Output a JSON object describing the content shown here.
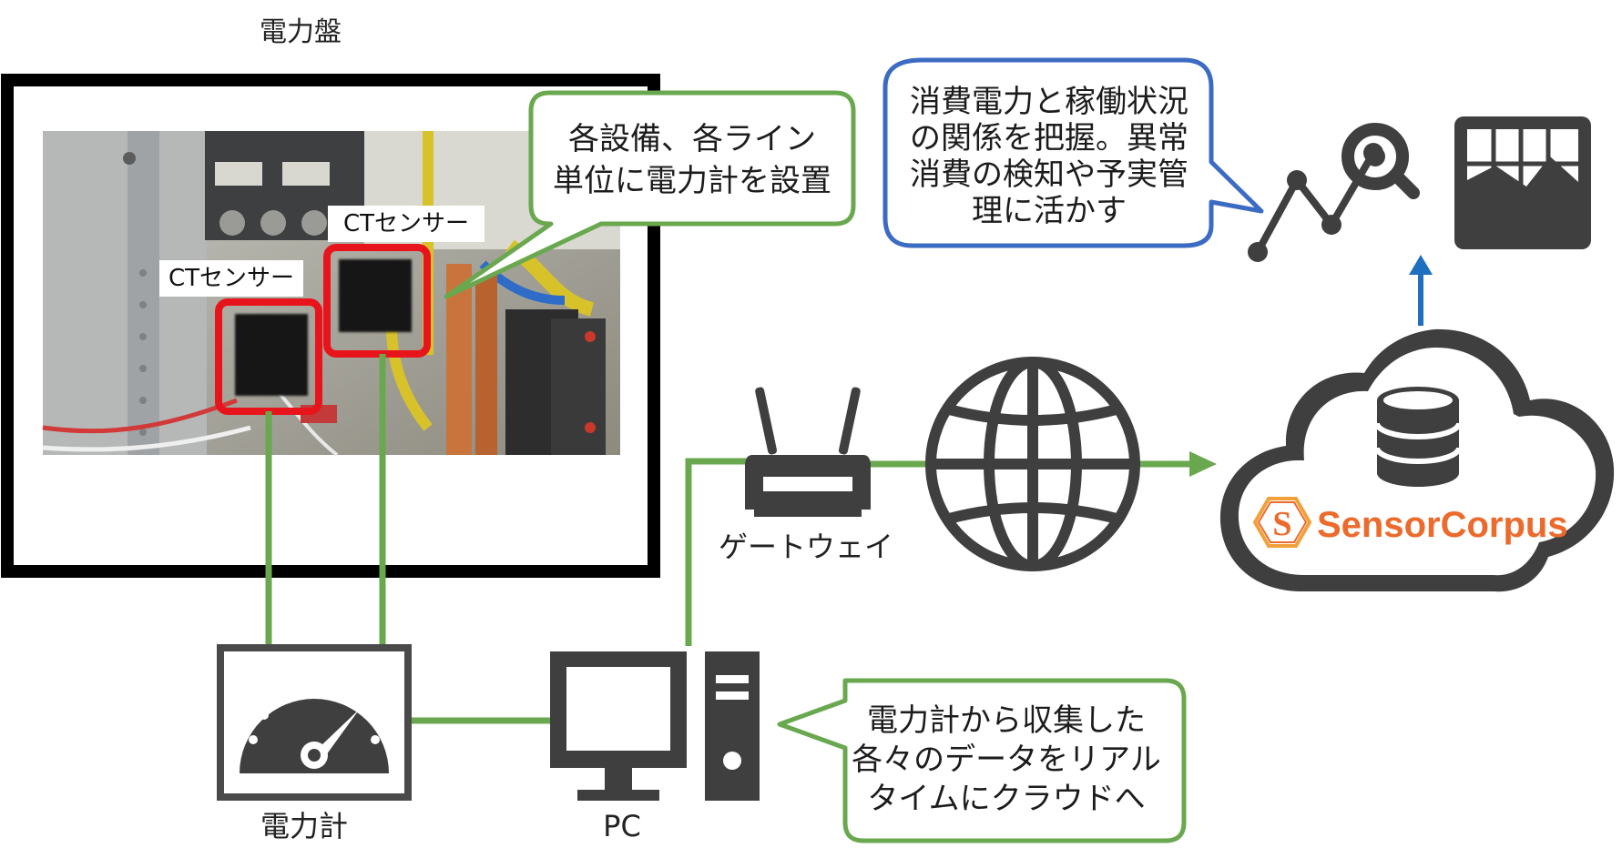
{
  "panel": {
    "title": "電力盤"
  },
  "ct_sensors": [
    {
      "label": "CTセンサー"
    },
    {
      "label": "CTセンサー"
    }
  ],
  "meter": {
    "label": "電力計"
  },
  "pc": {
    "label": "PC"
  },
  "gateway": {
    "label": "ゲートウェイ"
  },
  "cloud": {
    "brand": "SensorCorpus",
    "logo_letter": "S"
  },
  "callouts": {
    "install": {
      "lines": [
        "各設備、各ライン",
        "単位に電力計を設置"
      ]
    },
    "realtime": {
      "lines": [
        "電力計から収集した",
        "各々のデータをリアル",
        "タイムにクラウドへ"
      ]
    },
    "analysis": {
      "lines": [
        "消費電力と稼働状況",
        "の関係を把握。異常",
        "消費の検知や予実管",
        "理に活かす"
      ]
    }
  },
  "colors": {
    "connector_green": "#6aa84f",
    "callout_green": "#6aa84f",
    "callout_blue": "#3c6bc4",
    "sensor_red": "#e8141b",
    "icon_gray": "#3f3f3f",
    "arrow_blue": "#1f6fc0",
    "brand_orange": "#ec6a2c"
  },
  "icons": [
    "gauge-icon",
    "desktop-pc-icon",
    "router-icon",
    "globe-icon",
    "cloud-icon",
    "database-icon",
    "analytics-search-icon",
    "dashboard-chart-icon"
  ]
}
